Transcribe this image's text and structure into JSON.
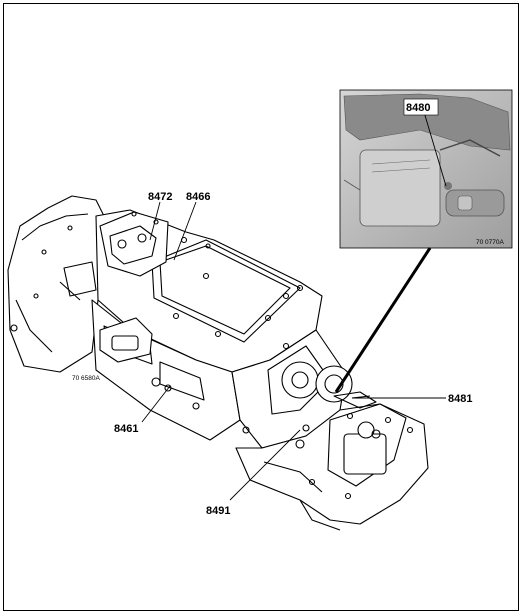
{
  "labels": {
    "c8472": "8472",
    "c8466": "8466",
    "c8461": "8461",
    "c8481": "8481",
    "c8491": "8491",
    "c8480": "8480"
  },
  "refs": {
    "main": "70 6580A",
    "inset": "70 0770A"
  },
  "colors": {
    "ink": "#000000",
    "inset_bg": "#bdbdbd"
  }
}
